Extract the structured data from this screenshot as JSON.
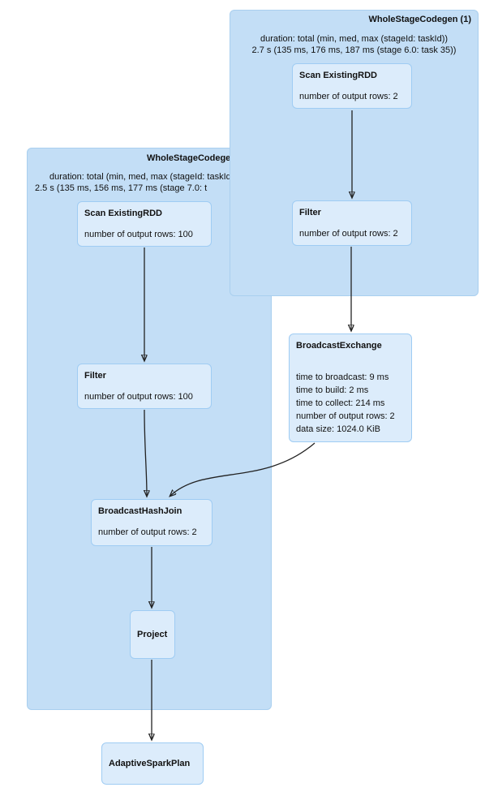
{
  "colors": {
    "cluster_fill": "#c3def6",
    "cluster_border": "#a9cfef",
    "node_fill": "#dcecfb",
    "node_border": "#9fccf3",
    "arrow": "#222222",
    "text": "#111111"
  },
  "clusters": [
    {
      "name": "wholestagecodegen-1",
      "title": "WholeStageCodegen (1)",
      "duration_label": "duration: total (min, med, max (stageId: taskId))",
      "duration_value": "2.7 s (135 ms, 176 ms, 187 ms (stage 6.0: task 35))"
    },
    {
      "name": "wholestagecodegen-2",
      "title": "WholeStageCodegen",
      "duration_label": "duration: total (min, med, max (stageId: taskId))",
      "duration_value": "2.5 s (135 ms, 156 ms, 177 ms (stage 7.0: t"
    }
  ],
  "nodes": [
    {
      "name": "scan-existingrdd-1",
      "title": "Scan ExistingRDD",
      "metrics": [
        "number of output rows: 2"
      ]
    },
    {
      "name": "filter-1",
      "title": "Filter",
      "metrics": [
        "number of output rows: 2"
      ]
    },
    {
      "name": "broadcast-exchange",
      "title": "BroadcastExchange",
      "metrics": [
        "time to broadcast: 9 ms",
        "time to build: 2 ms",
        "time to collect: 214 ms",
        "number of output rows: 2",
        "data size: 1024.0 KiB"
      ]
    },
    {
      "name": "scan-existingrdd-2",
      "title": "Scan ExistingRDD",
      "metrics": [
        "number of output rows: 100"
      ]
    },
    {
      "name": "filter-2",
      "title": "Filter",
      "metrics": [
        "number of output rows: 100"
      ]
    },
    {
      "name": "broadcast-hash-join",
      "title": "BroadcastHashJoin",
      "metrics": [
        "number of output rows: 2"
      ]
    },
    {
      "name": "project",
      "title": "Project",
      "metrics": []
    },
    {
      "name": "adaptive-spark-plan",
      "title": "AdaptiveSparkPlan",
      "metrics": []
    }
  ],
  "edges": [
    {
      "from": "scan-existingrdd-1",
      "to": "filter-1"
    },
    {
      "from": "filter-1",
      "to": "broadcast-exchange"
    },
    {
      "from": "scan-existingrdd-2",
      "to": "filter-2"
    },
    {
      "from": "filter-2",
      "to": "broadcast-hash-join"
    },
    {
      "from": "broadcast-exchange",
      "to": "broadcast-hash-join"
    },
    {
      "from": "broadcast-hash-join",
      "to": "project"
    },
    {
      "from": "project",
      "to": "adaptive-spark-plan"
    }
  ]
}
